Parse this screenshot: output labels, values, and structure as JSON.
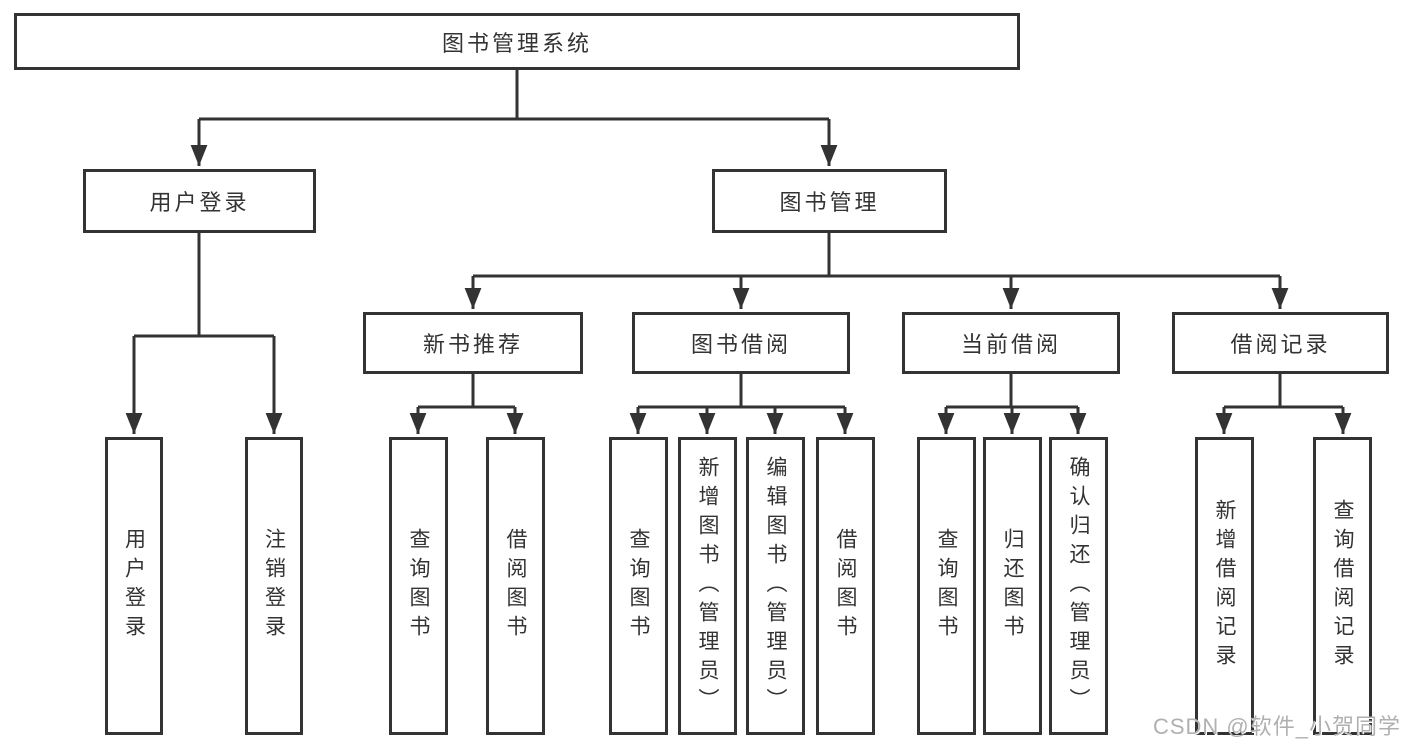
{
  "diagram": {
    "root": {
      "label": "图书管理系统"
    },
    "branches": {
      "user_login": {
        "label": "用户登录",
        "children": [
          {
            "label": "用户登录"
          },
          {
            "label": "注销登录"
          }
        ]
      },
      "book_management": {
        "label": "图书管理",
        "children": [
          {
            "label": "新书推荐",
            "children": [
              {
                "label": "查询图书"
              },
              {
                "label": "借阅图书"
              }
            ]
          },
          {
            "label": "图书借阅",
            "children": [
              {
                "label": "查询图书"
              },
              {
                "label": "新增图书（管理员）"
              },
              {
                "label": "编辑图书（管理员）"
              },
              {
                "label": "借阅图书"
              }
            ]
          },
          {
            "label": "当前借阅",
            "children": [
              {
                "label": "查询图书"
              },
              {
                "label": "归还图书"
              },
              {
                "label": "确认归还（管理员）"
              }
            ]
          },
          {
            "label": "借阅记录",
            "children": [
              {
                "label": "新增借阅记录"
              },
              {
                "label": "查询借阅记录"
              }
            ]
          }
        ]
      }
    },
    "watermark": "CSDN @软件_小贺同学",
    "colors": {
      "line": "#333333",
      "text": "#333333",
      "background": "#ffffff",
      "watermark": "#b0b0b0"
    }
  }
}
